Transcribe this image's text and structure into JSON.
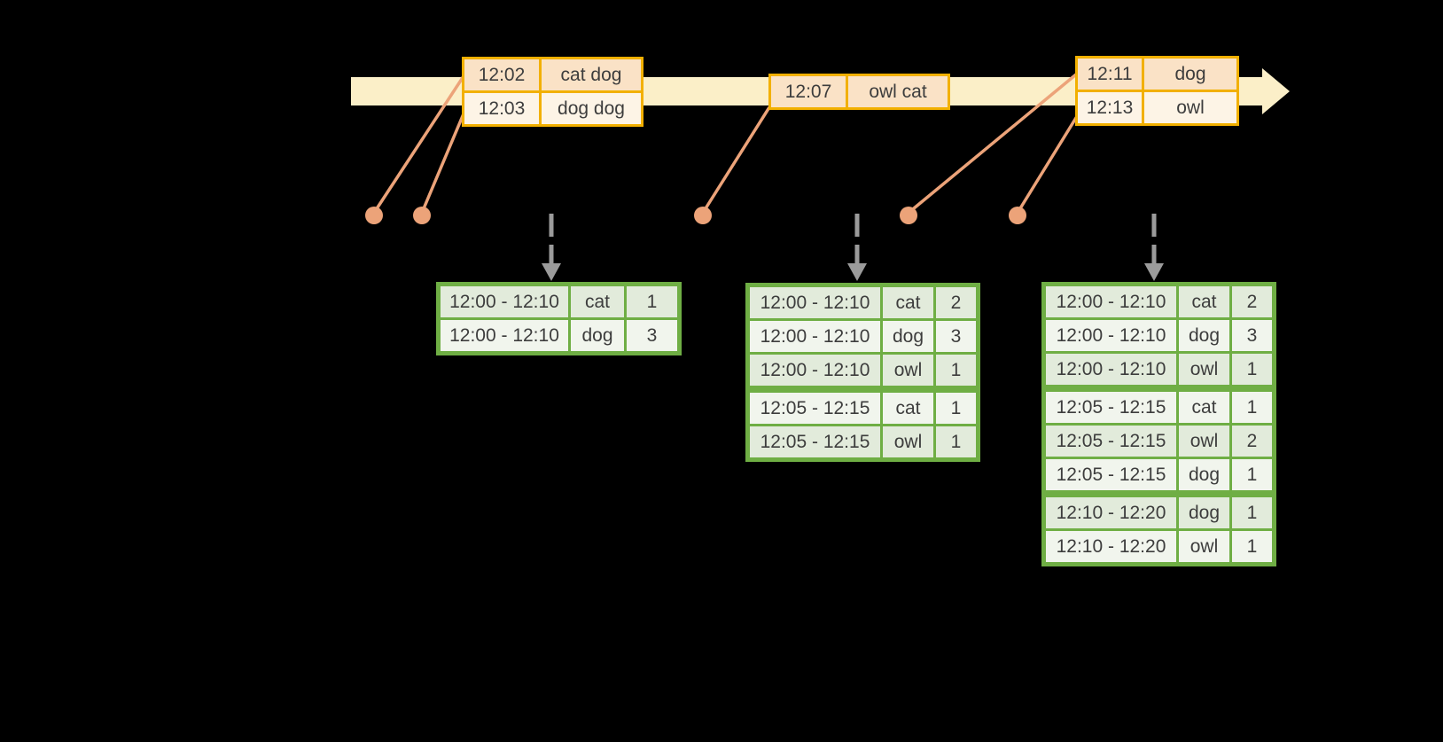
{
  "colors": {
    "bg": "#000000",
    "timeline": "#FBEFC8",
    "orange_border": "#F2B000",
    "peach_dark": "#FAE2C6",
    "peach_light": "#FDF4E6",
    "green_border": "#6FAE44",
    "green_dark": "#E2EBDB",
    "green_light": "#F1F5ED",
    "salmon": "#ECA379",
    "gray": "#9B9B9B",
    "text": "#3D3D3D"
  },
  "event_tables": [
    {
      "rows": [
        {
          "time": "12:02",
          "words": "cat dog"
        },
        {
          "time": "12:03",
          "words": "dog dog"
        }
      ]
    },
    {
      "rows": [
        {
          "time": "12:07",
          "words": "owl cat"
        }
      ]
    },
    {
      "rows": [
        {
          "time": "12:11",
          "words": "dog"
        },
        {
          "time": "12:13",
          "words": "owl"
        }
      ]
    }
  ],
  "result_tables": [
    {
      "rows": [
        {
          "window": "12:00 - 12:10",
          "word": "cat",
          "count": "1"
        },
        {
          "window": "12:00 - 12:10",
          "word": "dog",
          "count": "3"
        }
      ]
    },
    {
      "rows": [
        {
          "window": "12:00 - 12:10",
          "word": "cat",
          "count": "2"
        },
        {
          "window": "12:00 - 12:10",
          "word": "dog",
          "count": "3"
        },
        {
          "window": "12:00 - 12:10",
          "word": "owl",
          "count": "1"
        },
        {
          "window": "12:05 - 12:15",
          "word": "cat",
          "count": "1"
        },
        {
          "window": "12:05 - 12:15",
          "word": "owl",
          "count": "1"
        }
      ]
    },
    {
      "rows": [
        {
          "window": "12:00 - 12:10",
          "word": "cat",
          "count": "2"
        },
        {
          "window": "12:00 - 12:10",
          "word": "dog",
          "count": "3"
        },
        {
          "window": "12:00 - 12:10",
          "word": "owl",
          "count": "1"
        },
        {
          "window": "12:05 - 12:15",
          "word": "cat",
          "count": "1"
        },
        {
          "window": "12:05 - 12:15",
          "word": "owl",
          "count": "2"
        },
        {
          "window": "12:05 - 12:15",
          "word": "dog",
          "count": "1"
        },
        {
          "window": "12:10 - 12:20",
          "word": "dog",
          "count": "1"
        },
        {
          "window": "12:10 - 12:20",
          "word": "owl",
          "count": "1"
        }
      ]
    }
  ]
}
